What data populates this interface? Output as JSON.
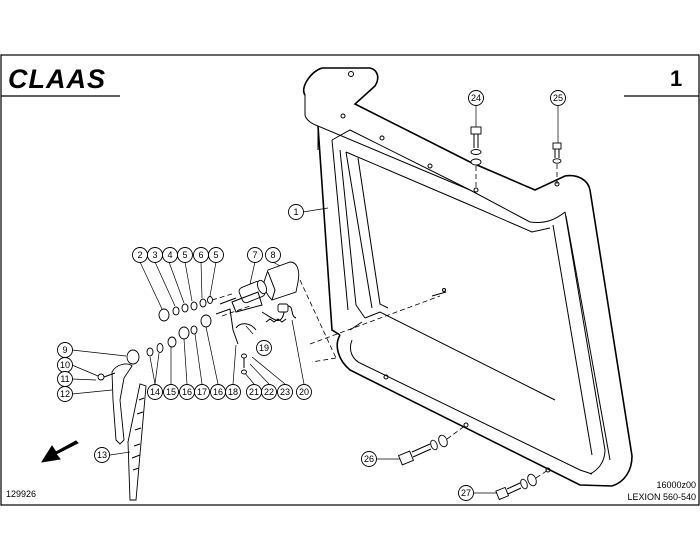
{
  "header": {
    "brand": "CLAAS",
    "page_number": "1"
  },
  "footer": {
    "drawing_id": "129926",
    "ref_code": "16000z00",
    "model": "LEXION 560-540"
  },
  "callouts": [
    {
      "id": "c1",
      "label": "1"
    },
    {
      "id": "c2",
      "label": "2"
    },
    {
      "id": "c3",
      "label": "3"
    },
    {
      "id": "c4",
      "label": "4"
    },
    {
      "id": "c5a",
      "label": "5"
    },
    {
      "id": "c6",
      "label": "6"
    },
    {
      "id": "c5b",
      "label": "5"
    },
    {
      "id": "c7",
      "label": "7"
    },
    {
      "id": "c8",
      "label": "8"
    },
    {
      "id": "c9",
      "label": "9"
    },
    {
      "id": "c10",
      "label": "10"
    },
    {
      "id": "c11",
      "label": "11"
    },
    {
      "id": "c12",
      "label": "12"
    },
    {
      "id": "c13",
      "label": "13"
    },
    {
      "id": "c14",
      "label": "14"
    },
    {
      "id": "c15",
      "label": "15"
    },
    {
      "id": "c16a",
      "label": "16"
    },
    {
      "id": "c17",
      "label": "17"
    },
    {
      "id": "c16b",
      "label": "16"
    },
    {
      "id": "c18",
      "label": "18"
    },
    {
      "id": "c19",
      "label": "19"
    },
    {
      "id": "c20",
      "label": "20"
    },
    {
      "id": "c21",
      "label": "21"
    },
    {
      "id": "c22",
      "label": "22"
    },
    {
      "id": "c23",
      "label": "23"
    },
    {
      "id": "c24",
      "label": "24"
    },
    {
      "id": "c25",
      "label": "25"
    },
    {
      "id": "c26",
      "label": "26"
    },
    {
      "id": "c27",
      "label": "27"
    }
  ]
}
